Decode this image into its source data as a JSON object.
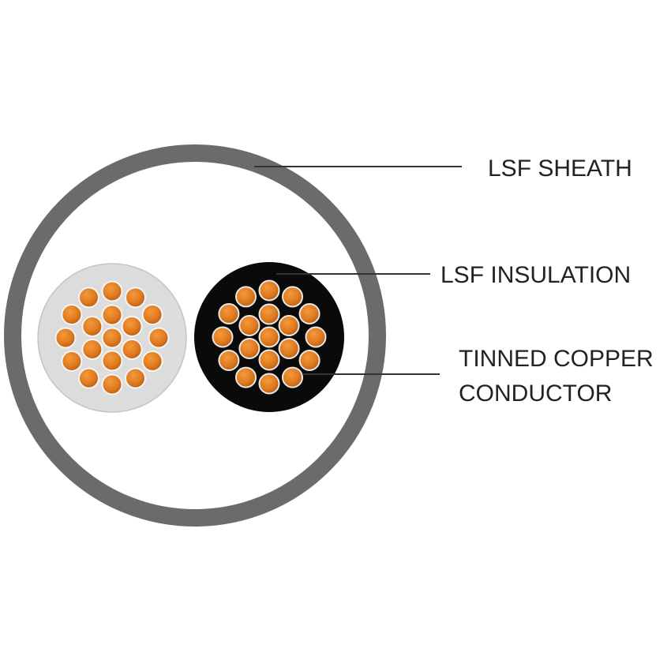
{
  "labels": {
    "sheath": "LSF SHEATH",
    "insulation": "LSF INSULATION",
    "conductor_line1": "TINNED COPPER",
    "conductor_line2": "CONDUCTOR"
  },
  "colors": {
    "background": "#ffffff",
    "sheath": "#6b6b6b",
    "core_left_insulation": "#dcdcdc",
    "core_right_insulation": "#0a0a0a",
    "strand_copper": "#e07a1f",
    "strand_copper_dark": "#b85a0e",
    "strand_tin_rim": "#f2f2f2",
    "leader_line": "#333333",
    "label_text": "#222222"
  },
  "components": [
    {
      "name": "sheath",
      "material": "LSF"
    },
    {
      "name": "core-left",
      "insulation": "LSF",
      "insulation_color": "light grey",
      "strand_count": 19
    },
    {
      "name": "core-right",
      "insulation": "LSF",
      "insulation_color": "black",
      "strand_count": 19
    }
  ]
}
